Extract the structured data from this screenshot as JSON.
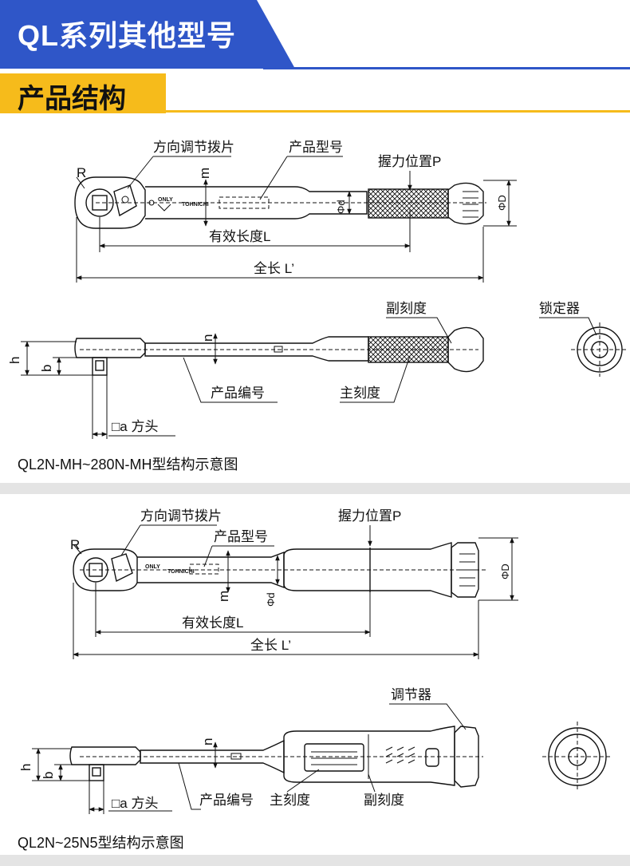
{
  "header": {
    "series_title": "QL系列其他型号",
    "structure_title": "产品结构"
  },
  "diagram1": {
    "label_direction_lever": "方向调节拨片",
    "label_model": "产品型号",
    "label_grip_position": "握力位置P",
    "label_effective_length": "有效长度L",
    "label_total_length": "全长 L’",
    "label_sub_scale": "副刻度",
    "label_lock": "锁定器",
    "label_serial": "产品编号",
    "label_main_scale": "主刻度",
    "label_square": "□a 方头",
    "dim_R": "R",
    "dim_m": "m",
    "dim_d": "Φd",
    "dim_D": "ΦD",
    "dim_n": "n",
    "dim_h": "h",
    "dim_b": "b",
    "mark_only": "ONLY",
    "mark_brand": "TOHNICHI",
    "caption": "QL2N-MH~280N-MH型结构示意图"
  },
  "diagram2": {
    "label_direction_lever": "方向调节拨片",
    "label_model": "产品型号",
    "label_grip_position": "握力位置P",
    "label_effective_length": "有效长度L",
    "label_total_length": "全长 L’",
    "label_adjuster": "调节器",
    "label_serial": "产品编号",
    "label_main_scale": "主刻度",
    "label_sub_scale": "副刻度",
    "label_square": "□a 方头",
    "dim_R": "R",
    "dim_m": "m",
    "dim_d": "Φd",
    "dim_D": "ΦD",
    "dim_n": "n",
    "dim_h": "h",
    "dim_b": "b",
    "mark_only": "ONLY",
    "mark_brand": "TOHNICHI",
    "caption": "QL2N~25N5型结构示意图"
  },
  "colors": {
    "header_blue": "#2f56c8",
    "header_yellow": "#f6bb1b",
    "separator": "#e4e4e4",
    "line": "#111111"
  }
}
